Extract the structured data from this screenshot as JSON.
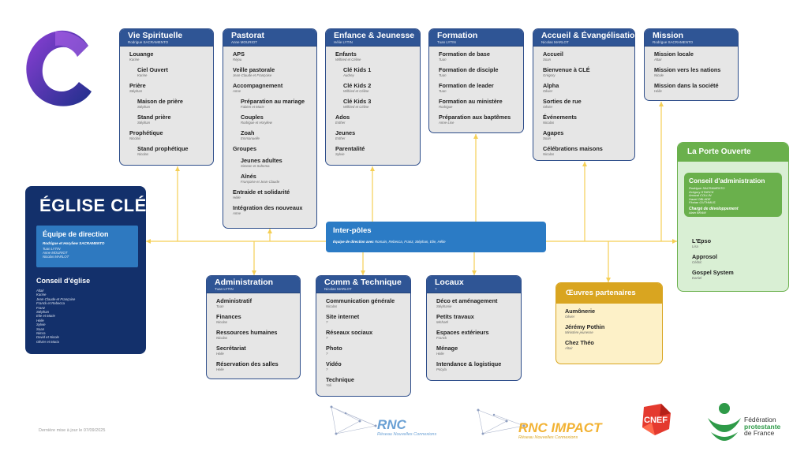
{
  "eglise": {
    "title": "ÉGLISE CLÉ",
    "direction_label": "Équipe de direction",
    "direction_lead": "Rodrigue et Horyliew SACRAMENTO",
    "direction_members": [
      "Tuan LYTIN",
      "Anne MOURIOT",
      "Nicolas MARLOT"
    ],
    "conseil_label": "Conseil d'église",
    "conseil_members": [
      "Altair",
      "Karine",
      "Jean-Claude et Françoise",
      "Franck et Rebecca",
      "Franz",
      "Stéphan",
      "Elie et Marie",
      "Hélie",
      "Sylvie",
      "Soan",
      "Nimra",
      "David et Nicole",
      "Olivier et Maria"
    ]
  },
  "poles": {
    "vie": {
      "title": "Vie Spirituelle",
      "leader": "Rodrigue SACRAMENTO",
      "items": [
        {
          "label": "Louange",
          "person": "Karine"
        },
        {
          "label": "Ciel Ouvert",
          "person": "Karine",
          "sub": true
        },
        {
          "label": "Prière",
          "person": "Stéphan"
        },
        {
          "label": "Maison de prière",
          "person": "Stéphan",
          "sub": true
        },
        {
          "label": "Stand prière",
          "person": "Stéphan",
          "sub": true
        },
        {
          "label": "Prophétique",
          "person": "Nicolas"
        },
        {
          "label": "Stand prophétique",
          "person": "Nicolas",
          "sub": true
        }
      ]
    },
    "pastorat": {
      "title": "Pastorat",
      "leader": "Anne MOURIOT",
      "items": [
        {
          "label": "APS",
          "person": "Réjou"
        },
        {
          "label": "Veille pastorale",
          "person": "Jean-Claude et Françoise"
        },
        {
          "label": "Accompagnement",
          "person": "Anne"
        },
        {
          "label": "Préparation au mariage",
          "person": "Fabien et Marie",
          "sub": true
        },
        {
          "label": "Couples",
          "person": "Rodrigue et Horyliew",
          "sub": true
        },
        {
          "label": "Zoah",
          "person": "Emmanuelle",
          "sub": true
        },
        {
          "label": "Groupes",
          "person": ""
        },
        {
          "label": "Jeunes adultes",
          "person": "Simeon et Suhema",
          "sub": true
        },
        {
          "label": "Aînés",
          "person": "Françoise et Jean-Claude",
          "sub": true
        },
        {
          "label": "Entraide et solidarité",
          "person": "Hélie"
        },
        {
          "label": "Intégration des nouveaux",
          "person": "Anne"
        }
      ]
    },
    "enfance": {
      "title": "Enfance & Jeunesse",
      "leader": "Hélie LYTIN",
      "items": [
        {
          "label": "Enfants",
          "person": "Wilfried et Céline"
        },
        {
          "label": "Clé Kids 1",
          "person": "Audrey",
          "sub": true
        },
        {
          "label": "Clé Kids 2",
          "person": "Wilfried et Céline",
          "sub": true
        },
        {
          "label": "Clé Kids 3",
          "person": "Wilfried et Céline",
          "sub": true
        },
        {
          "label": "Ados",
          "person": "Esther"
        },
        {
          "label": "Jeunes",
          "person": "Esther"
        },
        {
          "label": "Parentalité",
          "person": "Sylvie"
        }
      ]
    },
    "formation": {
      "title": "Formation",
      "leader": "Tuan LYTIN",
      "items": [
        {
          "label": "Formation de base",
          "person": "Tuan"
        },
        {
          "label": "Formation de disciple",
          "person": "Tuan"
        },
        {
          "label": "Formation de leader",
          "person": "Tuan"
        },
        {
          "label": "Formation au ministère",
          "person": "Rodrigue"
        },
        {
          "label": "Préparation aux baptêmes",
          "person": "Anne-Lise"
        }
      ]
    },
    "accueil": {
      "title": "Accueil & Évangélisation",
      "leader": "Nicolas MARLOT",
      "items": [
        {
          "label": "Accueil",
          "person": "Soan"
        },
        {
          "label": "Bienvenue à CLÉ",
          "person": "Grégory"
        },
        {
          "label": "Alpha",
          "person": "Olivier"
        },
        {
          "label": "Sorties de rue",
          "person": "Olivier"
        },
        {
          "label": "Événements",
          "person": "Nicolas"
        },
        {
          "label": "Agapes",
          "person": "Soan"
        },
        {
          "label": "Célébrations maisons",
          "person": "Nicolas"
        }
      ]
    },
    "mission": {
      "title": "Mission",
      "leader": "Rodrigue SACRAMENTO",
      "items": [
        {
          "label": "Mission locale",
          "person": "Altair"
        },
        {
          "label": "Mission vers les nations",
          "person": "Nicole"
        },
        {
          "label": "Mission dans la société",
          "person": "Hélie"
        }
      ]
    },
    "admin": {
      "title": "Administration",
      "leader": "Tuan LYTIN",
      "items": [
        {
          "label": "Administratif",
          "person": "Tuan"
        },
        {
          "label": "Finances",
          "person": "Nicolas"
        },
        {
          "label": "Ressources humaines",
          "person": "Nicolas"
        },
        {
          "label": "Secrétariat",
          "person": "Hélie"
        },
        {
          "label": "Réservation des salles",
          "person": "Hélie"
        }
      ]
    },
    "comm": {
      "title": "Comm & Technique",
      "leader": "Nicolas MARLOT",
      "items": [
        {
          "label": "Communication générale",
          "person": "Nicolas"
        },
        {
          "label": "Site internet",
          "person": "?"
        },
        {
          "label": "Réseaux sociaux",
          "person": "?"
        },
        {
          "label": "Photo",
          "person": "?"
        },
        {
          "label": "Vidéo",
          "person": "?"
        },
        {
          "label": "Technique",
          "person": "Yoli"
        }
      ]
    },
    "locaux": {
      "title": "Locaux",
      "leader": "?",
      "items": [
        {
          "label": "Déco et aménagement",
          "person": "Stéphanie"
        },
        {
          "label": "Petits travaux",
          "person": "Michaël"
        },
        {
          "label": "Espaces extérieurs",
          "person": "Franck"
        },
        {
          "label": "Ménage",
          "person": "Hélie"
        },
        {
          "label": "Intendance & logistique",
          "person": "Pricyla"
        }
      ]
    }
  },
  "interpoles": {
    "title": "Inter-pôles",
    "line_prefix": "Équipe de direction avec",
    "line_names": "Romain, Rebecca, Franz, Stéphan, Elie, Hélie"
  },
  "porte": {
    "title": "La Porte Ouverte",
    "conseil_label": "Conseil d'administration",
    "conseil_members": [
      "Rodrigue SACRAMENTO",
      "Grégory STARCK",
      "Arnaud COLLIN",
      "Hazel OBLADE",
      "Florian GUTHMUS"
    ],
    "dev_label": "Chargé de développement",
    "dev_person": "Alain BRAM",
    "items": [
      {
        "label": "L'Epso",
        "person": "Lisa"
      },
      {
        "label": "Approsol",
        "person": "Cédric"
      },
      {
        "label": "Gospel System",
        "person": "Daniel"
      }
    ]
  },
  "oeuvres": {
    "title": "Œuvres partenaires",
    "items": [
      {
        "label": "Aumônerie",
        "person": "Olivier"
      },
      {
        "label": "Jérémy Pothin",
        "person": "Ministère jeunesse"
      },
      {
        "label": "Chez Théo",
        "person": "Altair"
      }
    ]
  },
  "footer": {
    "updated": "Dernière mise à jour le 07/09/2025",
    "rnc_name": "RNC",
    "rnc_sub": "Réseau Nouvelles Connexions",
    "rnc_impact_name": "RNC IMPACT",
    "rnc_impact_sub": "Réseau Nouvelles Connexions",
    "cnef": "CNEF",
    "fpf_line1": "Fédération",
    "fpf_line2": "protestante",
    "fpf_line3": "de France"
  },
  "colors": {
    "pole_header": "#2f5595",
    "pole_body": "#e6e6e6",
    "eglise": "#13306b",
    "interpoles": "#2b7bc5",
    "porte": "#6ab04c",
    "oeuvres": "#d9a520",
    "connector": "#f5cf55"
  }
}
